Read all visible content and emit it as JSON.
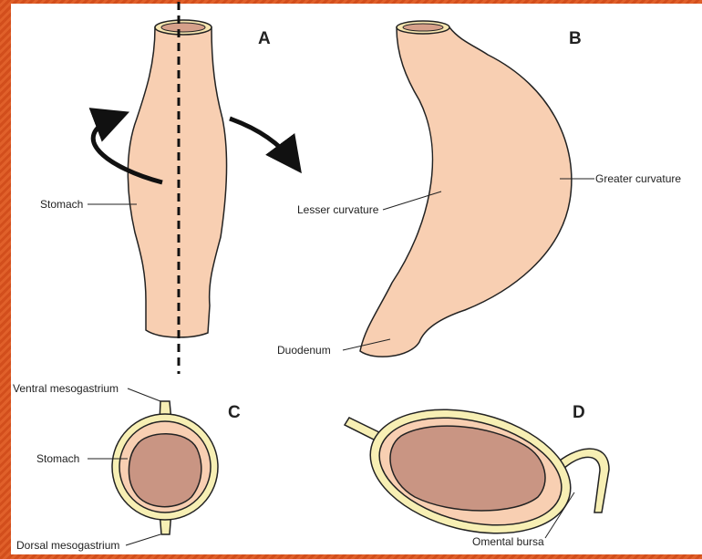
{
  "panels": {
    "a": {
      "letter": "A",
      "stomach_label": "Stomach"
    },
    "b": {
      "letter": "B",
      "lesser_curvature": "Lesser curvature",
      "greater_curvature": "Greater curvature",
      "duodenum": "Duodenum"
    },
    "c": {
      "letter": "C",
      "ventral_mesogastrium": "Ventral mesogastrium",
      "stomach_label": "Stomach",
      "dorsal_mesogastrium": "Dorsal mesogastrium"
    },
    "d": {
      "letter": "D",
      "omental_bursa": "Omental bursa"
    }
  },
  "colors": {
    "background_frame": "#d9531e",
    "stomach_fill": "#f8cfb2",
    "stomach_inner": "#c99583",
    "mesentery": "#f7efb4",
    "outline": "#222222"
  }
}
